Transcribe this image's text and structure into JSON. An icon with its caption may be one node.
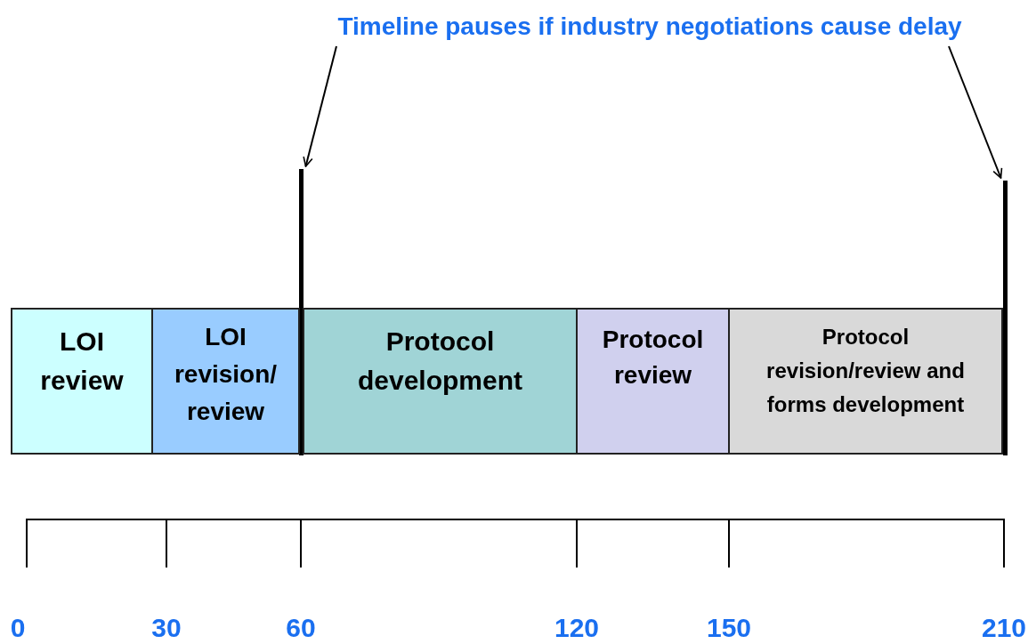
{
  "diagram": {
    "nodes": [
      {
        "text": [
          "Timeline pauses if industry negotiations cause delay"
        ]
      },
      {
        "text": [],
        "shape": "bar"
      },
      {
        "text": [],
        "shape": "bar"
      },
      {
        "text": [
          "LOI review"
        ]
      },
      {
        "text": [
          "LOI revision/ review"
        ]
      },
      {
        "text": [
          "Protocol development"
        ]
      },
      {
        "text": [
          "Protocol review"
        ]
      },
      {
        "text": [
          "Protocol revision/review and forms development"
        ]
      }
    ],
    "edges": [
      {
        "from": 0,
        "to": 1,
        "arrow": "to"
      },
      {
        "from": 0,
        "to": 2,
        "arrow": "to"
      }
    ],
    "labels": [
      "0",
      "30",
      "60",
      "120",
      "150",
      "210"
    ]
  }
}
